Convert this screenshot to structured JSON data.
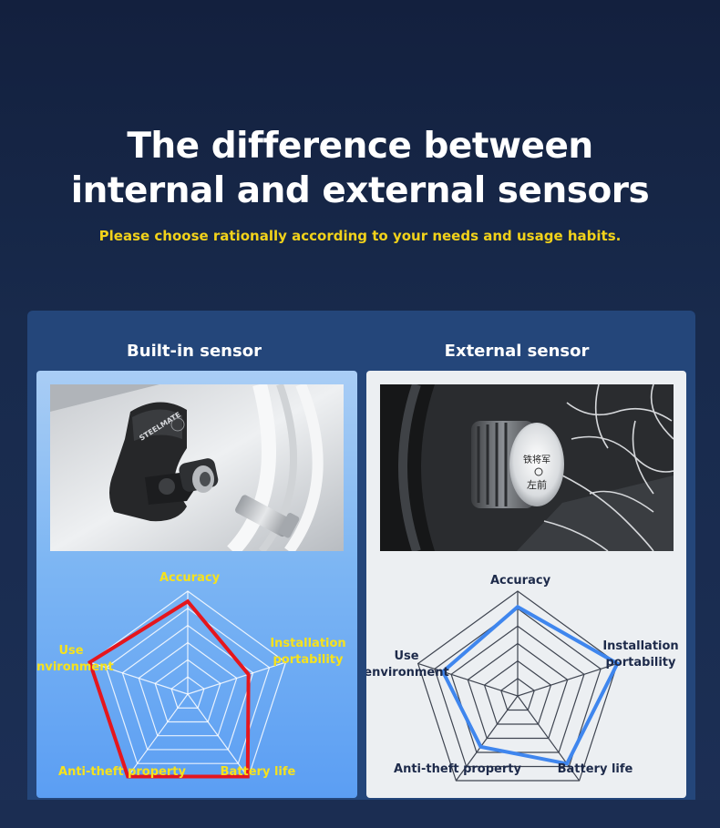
{
  "header": {
    "title_line1": "The difference between",
    "title_line2": "internal and external sensors",
    "subtitle": "Please choose rationally according to your needs and usage habits."
  },
  "columns": [
    {
      "title": "Built-in sensor",
      "photo_brand": "STEELMATE",
      "radar": {
        "axes": [
          "Accuracy",
          "Installation portability",
          "Battery life",
          "Anti-theft property",
          "Use environment"
        ],
        "label_accuracy": "Accuracy",
        "label_install_1": "Installation",
        "label_install_2": "portability",
        "label_battery": "Battery life",
        "label_antitheft": "Anti-theft property",
        "label_env_1": "Use",
        "label_env_2": "environment",
        "values": [
          0.9,
          0.62,
          0.99,
          0.99,
          1.0
        ],
        "line_color": "#e5161d"
      }
    },
    {
      "title": "External sensor",
      "photo_cap_text_1": "铁将军",
      "photo_cap_text_2": "左前",
      "radar": {
        "axes": [
          "Accuracy",
          "Installation portability",
          "Battery life",
          "Anti-theft property",
          "Use environment"
        ],
        "label_accuracy": "Accuracy",
        "label_install_1": "Installation",
        "label_install_2": "portability",
        "label_battery": "Battery life",
        "label_antitheft": "Anti-theft property",
        "label_env_1": "Use",
        "label_env_2": "environment",
        "values": [
          0.85,
          1.0,
          0.8,
          0.6,
          0.75
        ],
        "line_color": "#3f86ee"
      }
    }
  ],
  "colors": {
    "background": "#162646",
    "accent_yellow": "#f2d21a",
    "panel_blue": "#24467a"
  }
}
